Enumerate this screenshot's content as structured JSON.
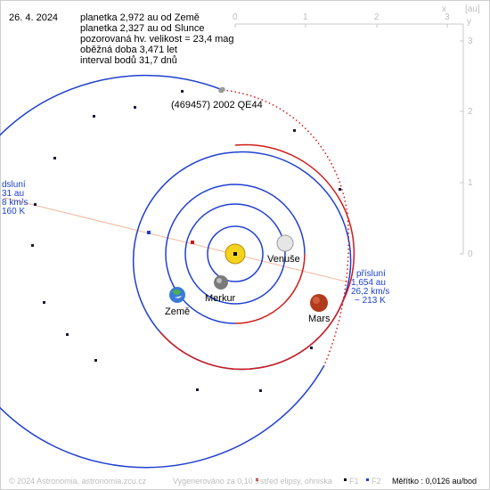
{
  "date": "26. 4. 2024",
  "info": {
    "line1": "planetka 2,972 au od Země",
    "line2": "planetka 2,327 au od Slunce",
    "line3": "pozorovaná hv. velikost = 23,4 mag",
    "line4": "oběžná doba 3,471 let",
    "line5": "interval bodů 31,7 dnů"
  },
  "asteroid_label": "(469457) 2002 QE44",
  "aphelion": {
    "line1": "dsluní",
    "line2": "31 au",
    "line3": "8 km/s",
    "line4": "160 K"
  },
  "perihelion": {
    "line1": "přísluní",
    "line2": "1,654 au",
    "line3": "26,2 km/s",
    "line4": "~ 213 K"
  },
  "planets": {
    "venus": "Venuše",
    "mercury": "Merkur",
    "earth": "Země",
    "mars": "Mars"
  },
  "axes": {
    "x_ticks": [
      "0",
      "1",
      "2",
      "3"
    ],
    "y_ticks": [
      "3",
      "2",
      "1",
      "0"
    ],
    "x_label": "x",
    "y_label": "y",
    "unit": "[au]"
  },
  "footer": {
    "copyright": "© 2024 Astronomia, astronomia.zcu.cz",
    "generated": "Vygenerováno za 0,10 s",
    "legend_center": "střed elipsy, ohniska",
    "legend_f1": "F1",
    "legend_f2": "F2",
    "scale": "Měřítko : 0,0126 au/bod"
  },
  "colors": {
    "orbit_blue": "#1f3fd1",
    "orbit_red": "#d11a1a",
    "apsides_line": "#f2b79a",
    "axis_grey": "#c8c8c8",
    "label_blue": "#1a3fd6"
  }
}
